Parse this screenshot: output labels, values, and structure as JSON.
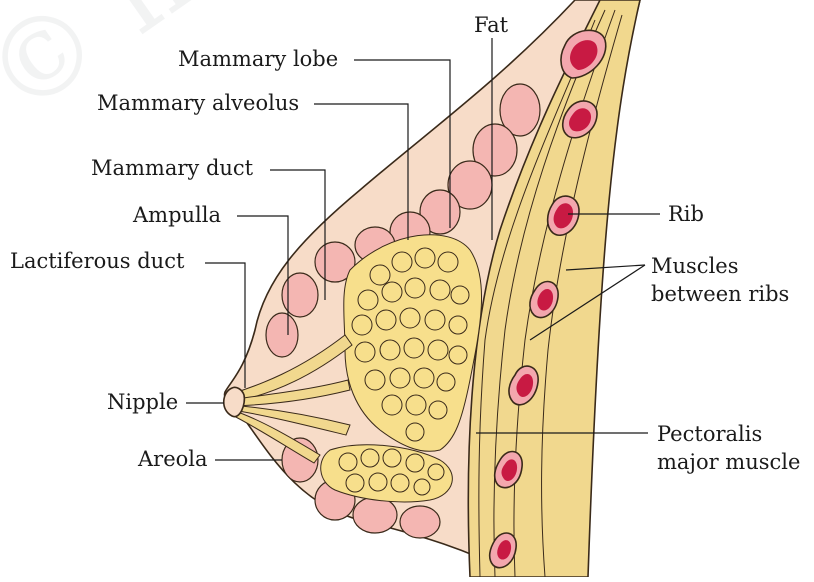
{
  "watermark": "© not to be republished",
  "colors": {
    "skin": "#f7dcc8",
    "lobe": "#f4b6b2",
    "alveoli": "#f7df8c",
    "muscle": "#f1d88e",
    "rib_outer": "#f3a7ae",
    "rib_inner": "#c81a43",
    "outline": "#3a2a1a"
  },
  "labels": {
    "fat": "Fat",
    "mammary_lobe": "Mammary lobe",
    "mammary_alveolus": "Mammary alveolus",
    "mammary_duct": "Mammary duct",
    "ampulla": "Ampulla",
    "lactiferous_duct": "Lactiferous duct",
    "nipple": "Nipple",
    "areola": "Areola",
    "rib": "Rib",
    "muscles_between_ribs_1": "Muscles",
    "muscles_between_ribs_2": "between ribs",
    "pectoralis_1": "Pectoralis",
    "pectoralis_2": "major muscle"
  }
}
